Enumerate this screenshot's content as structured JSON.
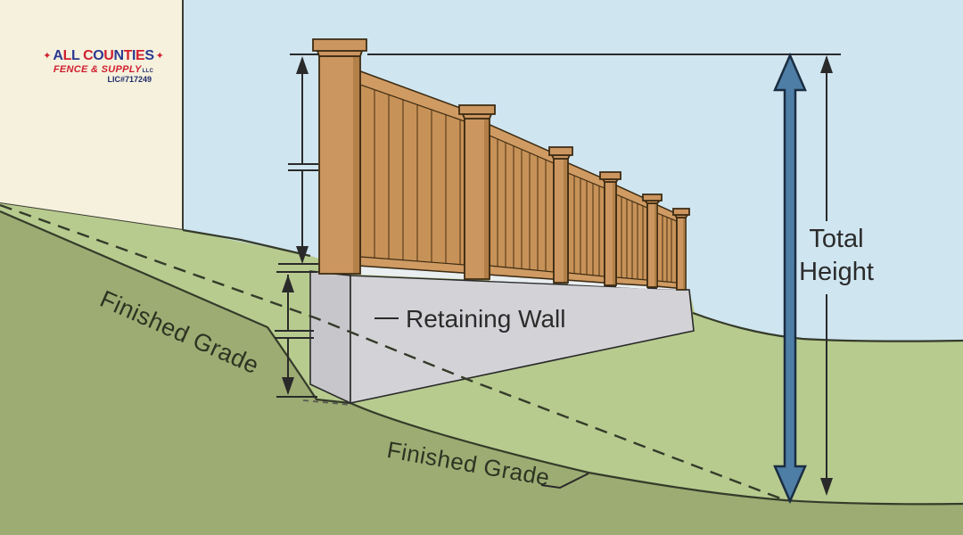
{
  "logo": {
    "name": "ALL COUNTIES",
    "tagline": "FENCE & SUPPLY",
    "tagline_suffix": "LLC",
    "license": "LIC#717249",
    "star": "✦"
  },
  "labels": {
    "finished_grade_upper": "Finished Grade",
    "finished_grade_lower": "Finished Grade",
    "retaining_wall": "Retaining Wall",
    "total_height_line1": "Total",
    "total_height_line2": "Height"
  },
  "scene": {
    "description": "Cross-section diagram of a wood fence on top of a retaining wall built on a slope; total height is measured from fence top to lower finished grade",
    "fence_sections": 5,
    "fence_posts": 6,
    "dimension_marks": [
      "fence height (broken dimension line)",
      "retaining wall height (broken dimension line)",
      "total height (blue arrow + thin dimension line)"
    ]
  },
  "colors": {
    "sky": "#cfe5f0",
    "house": "#f6f1dd",
    "grass_light": "#b7cb8f",
    "grass_dark": "#9dac73",
    "grade_line": "#353b2a",
    "wall_front": "#d3d3d7",
    "wall_side": "#c7c7cb",
    "wood_panel": "#c79258",
    "wood_rail": "#cf9b63",
    "wood_post": "#cc9660",
    "wood_post_shade": "#ad7c44",
    "wood_outline": "#3d2b12",
    "board_line": "#6e4c26",
    "line_dark": "#2a2a2a",
    "gap_light": "#e9eef1",
    "arrow_blue": "#4e7da5",
    "arrow_blue_outline": "#1a2d41",
    "logo_blue": "#2b3990",
    "logo_red": "#cf2030",
    "logo_navy": "#1d2b69"
  }
}
